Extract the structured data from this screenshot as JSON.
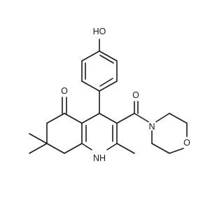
{
  "molecule": {
    "atoms": {
      "hydroxyl": "HO",
      "carbonyl_oxygen": "O",
      "amide_oxygen": "O",
      "morpholine_nitrogen": "N",
      "morpholine_oxygen": "O",
      "ring_nh": "NH"
    }
  }
}
